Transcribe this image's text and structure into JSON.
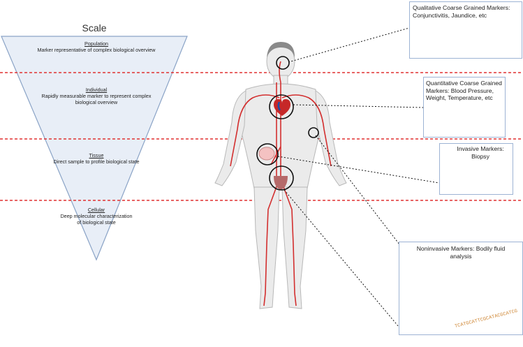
{
  "scale": {
    "title": "Scale",
    "levels": [
      {
        "title": "Population",
        "description": "Marker representative of complex biological overview"
      },
      {
        "title": "Individual",
        "description": "Rapidly  measurable marker to represent complex biological overview"
      },
      {
        "title": "Tissue",
        "description": "Direct sample to profile biological state"
      },
      {
        "title": "Cellular",
        "description": "Deep molecular characterization of biological state"
      }
    ]
  },
  "panels": {
    "qualitative": {
      "label": "Qualitative Coarse Grained Markers: Conjunctivitis, Jaundice, etc"
    },
    "quantitative": {
      "label": "Quantitative Coarse Grained Markers: Blood Pressure, Weight, Temperature, etc"
    },
    "invasive": {
      "label": "Invasive Markers: Biopsy"
    },
    "noninvasive": {
      "label": "Noninvasive Markers: Bodily fluid analysis",
      "dna_text": "TCATGCATTCGCATACGCATCG"
    }
  },
  "colors": {
    "triangle_fill": "#e8eef7",
    "triangle_stroke": "#8aa3c6",
    "divider": "#e03030",
    "vessel": "#d32f2f",
    "panel_border": "#9db3d4",
    "skin": "#ebebeb"
  }
}
